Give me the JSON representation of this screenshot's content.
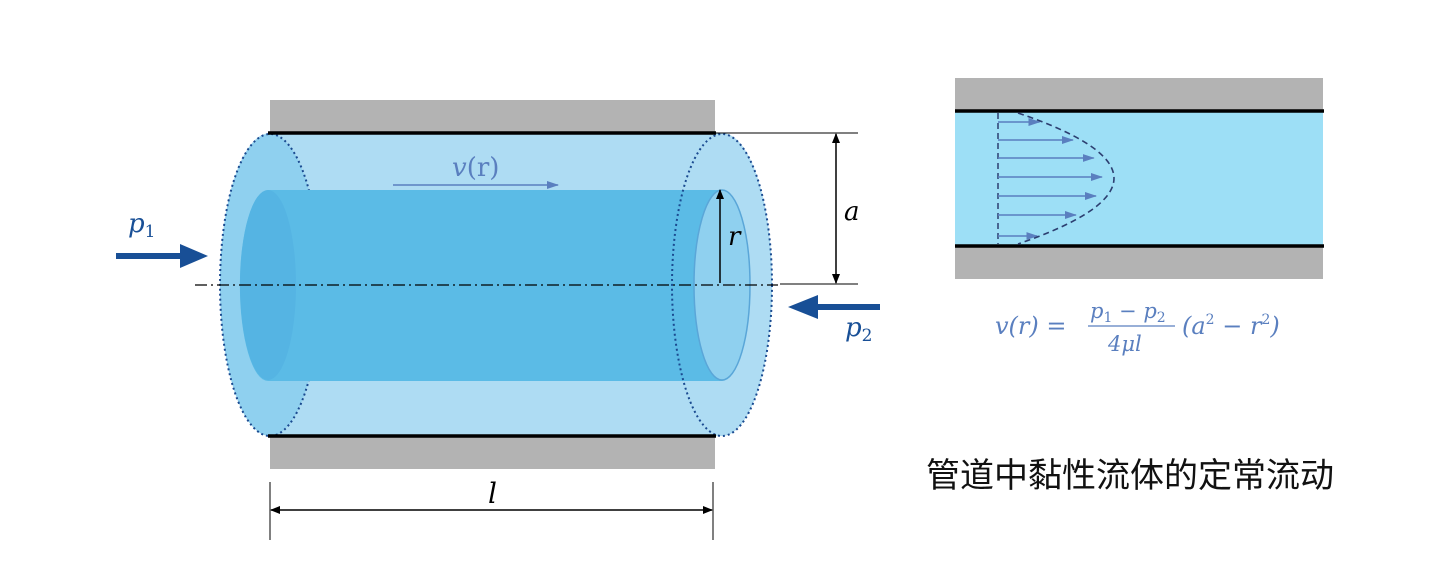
{
  "labels": {
    "v": "v",
    "v_r": "(r)",
    "p1_base": "p",
    "p1_sub": "1",
    "p2_base": "p",
    "p2_sub": "2",
    "a": "a",
    "r": "r",
    "l": "l"
  },
  "formula": {
    "lhs": "v(r) =",
    "numerator_p1": "p",
    "numerator_sub1": "1",
    "minus": " − ",
    "numerator_p2": "p",
    "numerator_sub2": "2",
    "denominator": "4μl",
    "rhs_open": "(a",
    "sq1": "2",
    "rhs_mid": " − r",
    "sq2": "2",
    "rhs_close": ")"
  },
  "caption": "管道中黏性流体的定常流动",
  "colors": {
    "wall": "#b3b3b3",
    "fluid_outer": "#aedcf3",
    "fluid_inner": "#5bbbe6",
    "flow_label": "#5a7fbf",
    "pressure_arrow": "#184f96",
    "profile_fluid": "#9ddff6"
  }
}
